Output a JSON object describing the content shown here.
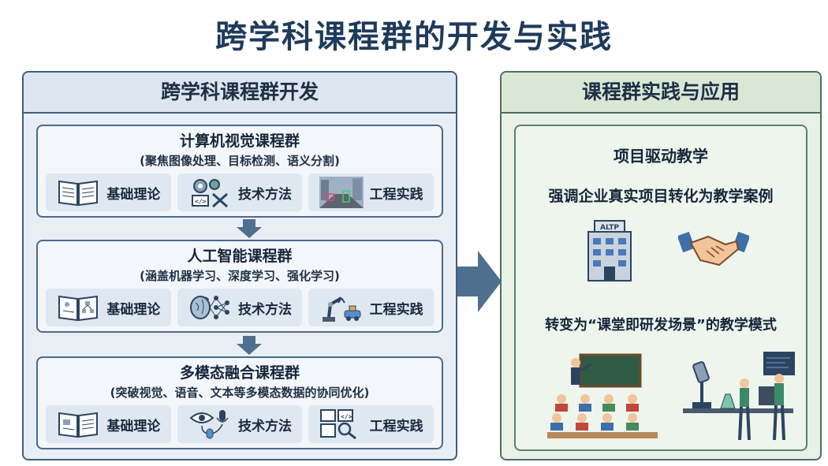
{
  "title": "跨学科课程群的开发与实践",
  "left_panel": {
    "header": "跨学科课程群开发",
    "groups": [
      {
        "title": "计算机视觉课程群",
        "subtitle": "(聚焦图像处理、目标检测、语义分割)",
        "items": [
          {
            "label": "基础理论",
            "icon": "book-icon"
          },
          {
            "label": "技术方法",
            "icon": "gears-code-icon"
          },
          {
            "label": "工程实践",
            "icon": "street-detection-photo-icon"
          }
        ]
      },
      {
        "title": "人工智能课程群",
        "subtitle": "(涵盖机器学习、深度学习、强化学习)",
        "items": [
          {
            "label": "基础理论",
            "icon": "book-flowchart-icon"
          },
          {
            "label": "技术方法",
            "icon": "brain-network-icon"
          },
          {
            "label": "工程实践",
            "icon": "robot-arm-car-icon"
          }
        ]
      },
      {
        "title": "多模态融合课程群",
        "subtitle": "(突破视觉、语音、文本等多模态数据的协同优化)",
        "items": [
          {
            "label": "基础理论",
            "icon": "book-icon"
          },
          {
            "label": "技术方法",
            "icon": "eye-mic-icon"
          },
          {
            "label": "工程实践",
            "icon": "screen-search-icon"
          }
        ]
      }
    ]
  },
  "right_panel": {
    "header": "课程群实践与应用",
    "heading": "项目驱动教学",
    "line1": "强调企业真实项目转化为教学案例",
    "building_sign": "ALTP",
    "line2": "转变为“课堂即研发场景”的教学模式",
    "icons": [
      "office-building-icon",
      "handshake-icon",
      "classroom-icon",
      "lab-research-icon"
    ]
  },
  "colors": {
    "title": "#1f3b5c",
    "left_bg": "#e9eef5",
    "right_bg": "#e8f1e6",
    "arrow": "#4f6f8f"
  }
}
